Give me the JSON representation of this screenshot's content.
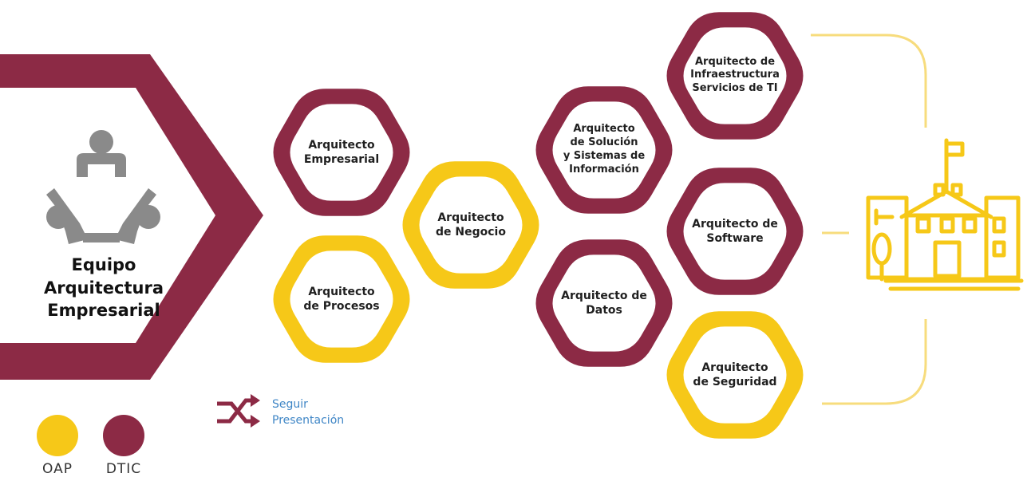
{
  "colors": {
    "oap": "#f6c818",
    "dtic": "#8c2a45",
    "link": "#3f86c6",
    "team_icon": "#8a8a8a",
    "connector": "#f7dc7d"
  },
  "team": {
    "icon": "people-group-icon",
    "title": "Equipo\nArquitectura\nEmpresarial"
  },
  "roles": [
    {
      "label": "Arquitecto\nEmpresarial",
      "group": "DTIC"
    },
    {
      "label": "Arquitecto\nde Procesos",
      "group": "OAP"
    },
    {
      "label": "Arquitecto\nde Negocio",
      "group": "OAP"
    },
    {
      "label": "Arquitecto\nde Solución\ny Sistemas de\nInformación",
      "group": "DTIC"
    },
    {
      "label": "Arquitecto de\nDatos",
      "group": "DTIC"
    },
    {
      "label": "Arquitecto de\nInfraestructura\nServicios de TI",
      "group": "DTIC"
    },
    {
      "label": "Arquitecto de\nSoftware",
      "group": "DTIC"
    },
    {
      "label": "Arquitecto\nde Seguridad",
      "group": "OAP"
    }
  ],
  "next_link": {
    "icon": "shuffle-arrows-icon",
    "text": "Seguir\nPresentación"
  },
  "legend": [
    {
      "label": "OAP",
      "color": "#f6c818"
    },
    {
      "label": "DTIC",
      "color": "#8c2a45"
    }
  ],
  "institution_icon": "school-building-icon"
}
